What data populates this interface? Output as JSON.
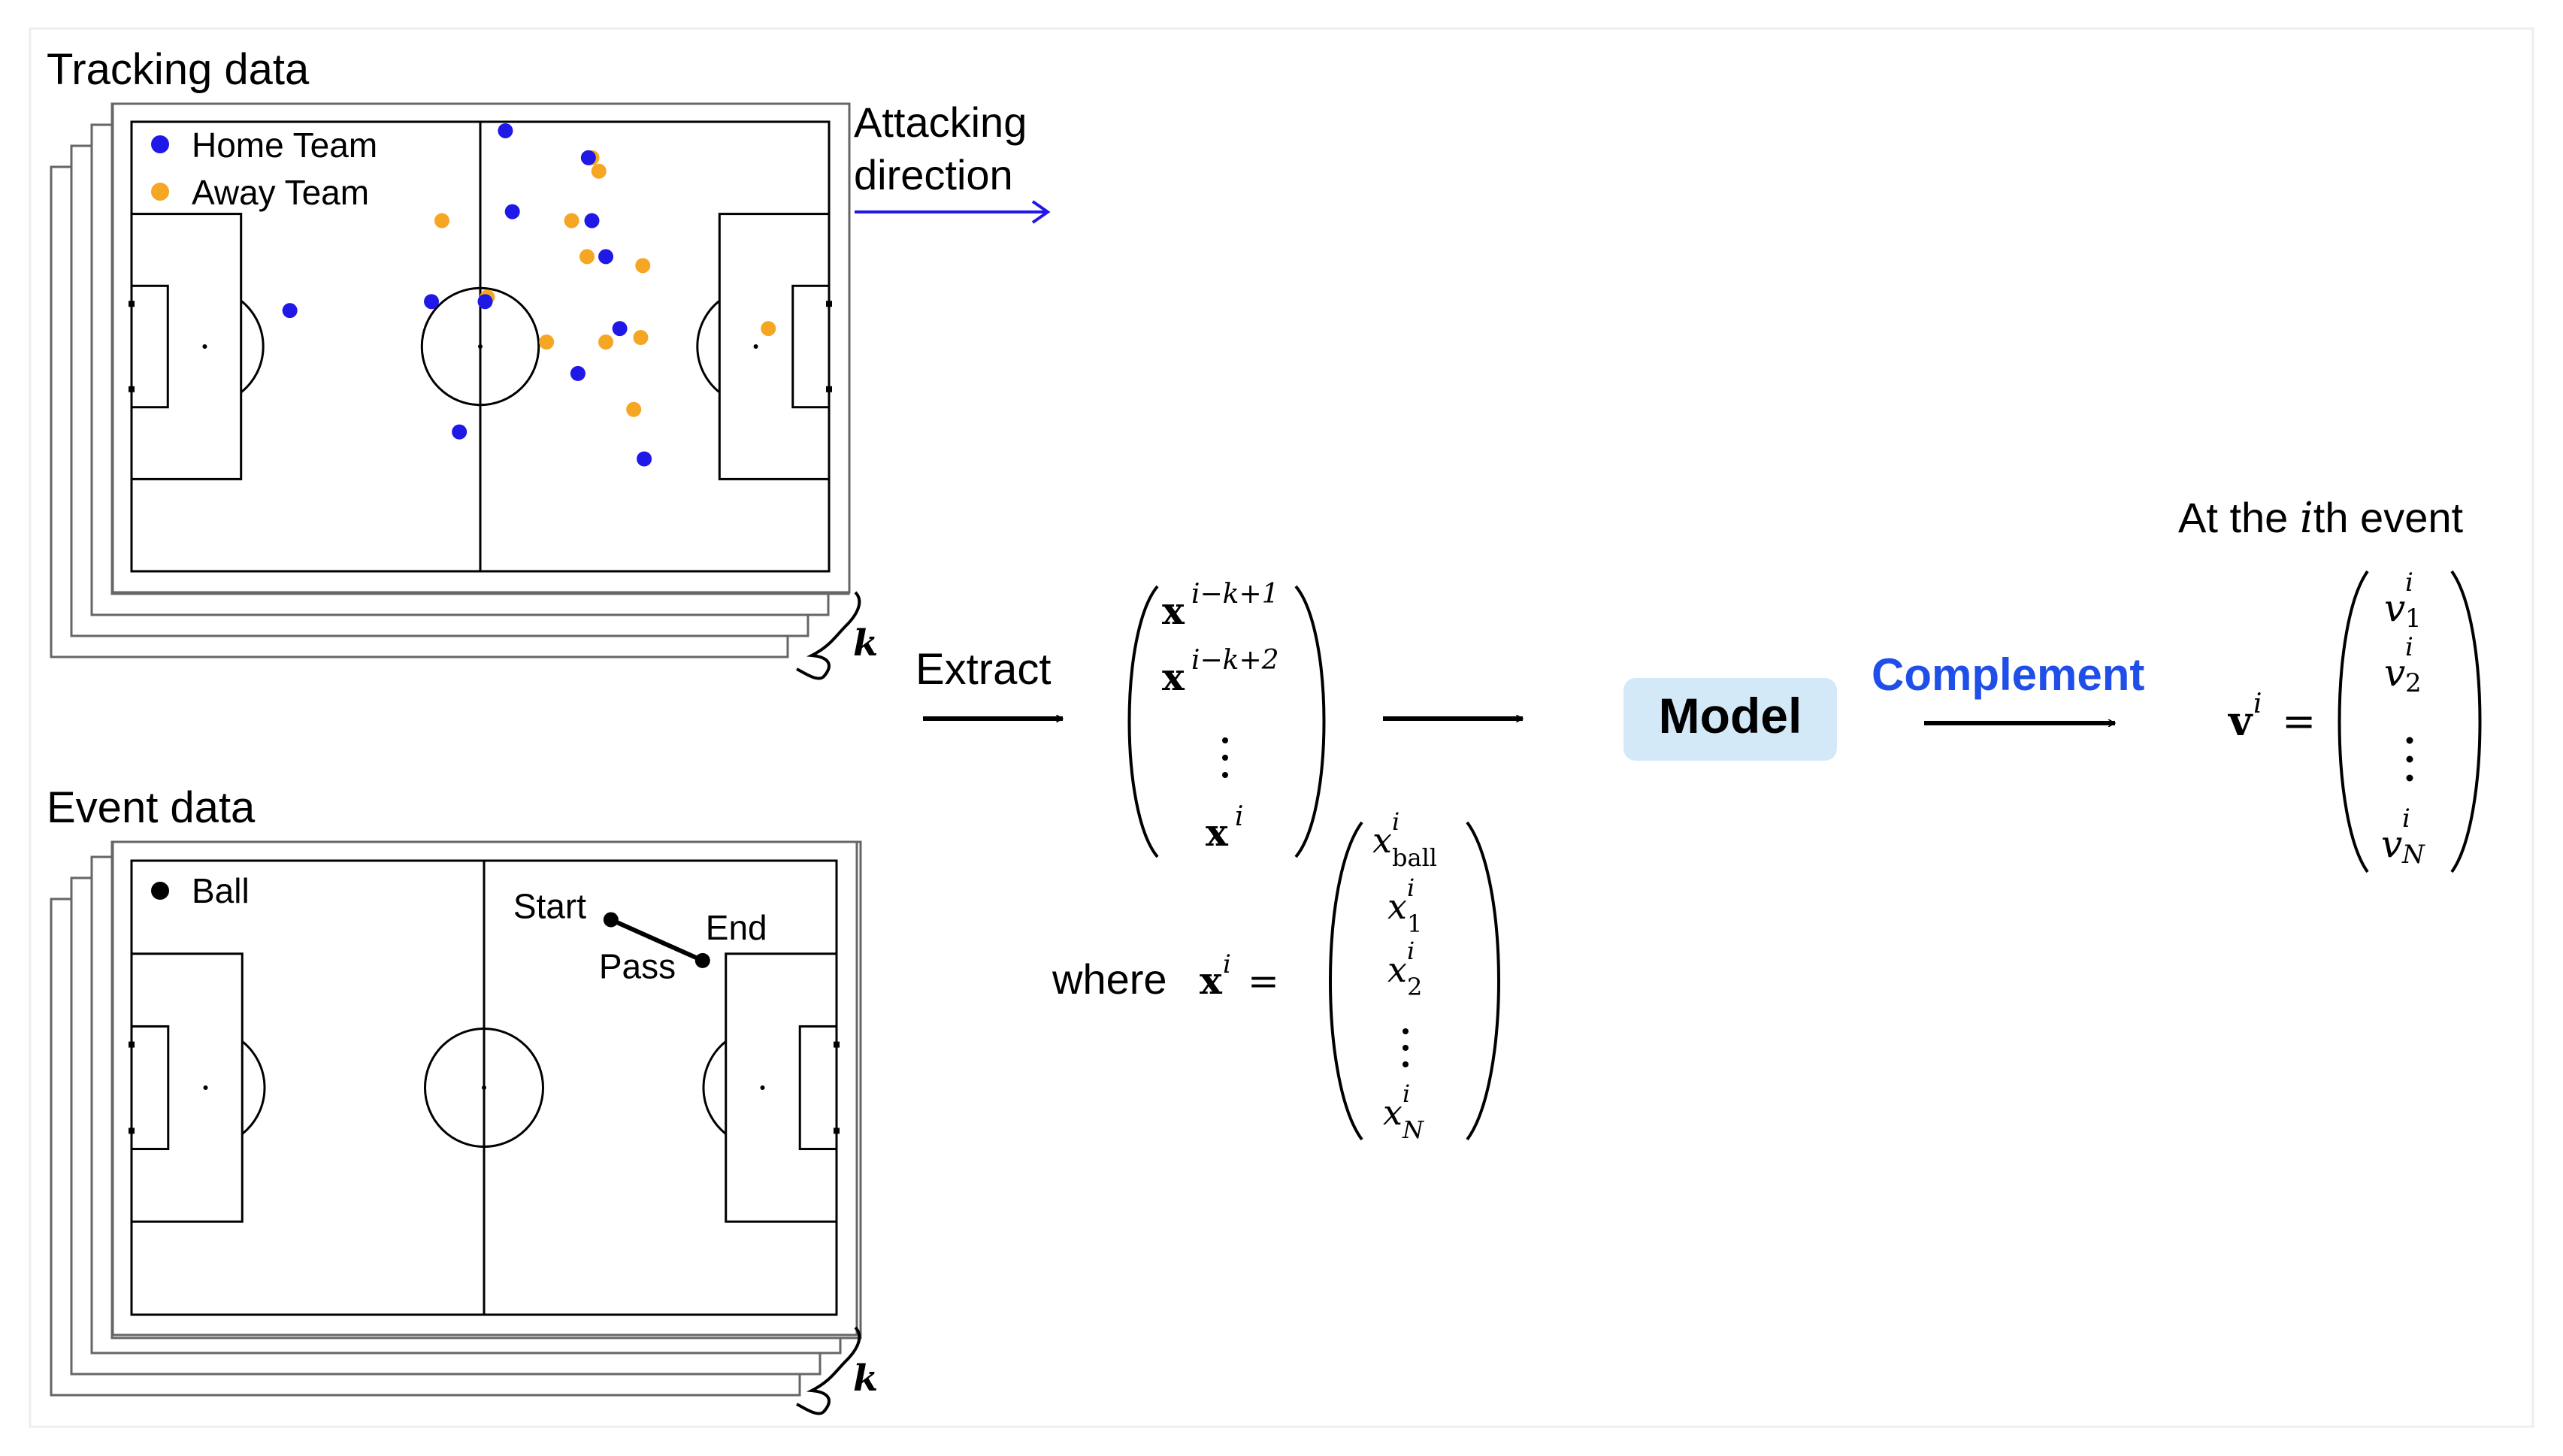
{
  "tracking": {
    "title": "Tracking data",
    "legend": [
      {
        "label": "Home Team",
        "color": "#1f18e6"
      },
      {
        "label": "Away Team",
        "color": "#f5a623"
      }
    ],
    "home_players": [
      [
        0.227,
        0.42
      ],
      [
        0.43,
        0.4
      ],
      [
        0.507,
        0.4
      ],
      [
        0.47,
        0.69
      ],
      [
        0.536,
        0.02
      ],
      [
        0.655,
        0.08
      ],
      [
        0.66,
        0.22
      ],
      [
        0.68,
        0.3
      ],
      [
        0.64,
        0.56
      ],
      [
        0.735,
        0.75
      ],
      [
        0.7,
        0.46
      ],
      [
        0.546,
        0.2
      ]
    ],
    "away_players": [
      [
        0.445,
        0.22
      ],
      [
        0.51,
        0.39
      ],
      [
        0.631,
        0.22
      ],
      [
        0.66,
        0.08
      ],
      [
        0.67,
        0.11
      ],
      [
        0.653,
        0.3
      ],
      [
        0.733,
        0.32
      ],
      [
        0.68,
        0.49
      ],
      [
        0.73,
        0.48
      ],
      [
        0.72,
        0.64
      ],
      [
        0.913,
        0.46
      ],
      [
        0.595,
        0.49
      ]
    ],
    "attacking_label_1": "Attacking",
    "attacking_label_2": "direction",
    "stack_label": "k",
    "arrow_color": "#1f18e6"
  },
  "event": {
    "title": "Event data",
    "legend_label": "Ball",
    "pass_start_label": "Start",
    "pass_end_label": "End",
    "pass_label": "Pass",
    "pass_start": [
      0.68,
      0.13
    ],
    "pass_end": [
      0.81,
      0.22
    ],
    "stack_label": "k"
  },
  "pipeline": {
    "extract_label": "Extract",
    "model_label": "Model",
    "model_bg": "#d4e9f7",
    "complement_label": "Complement",
    "complement_color": "#1f4ee8",
    "event_caption_pre": "At the ",
    "event_caption_var": "i",
    "event_caption_post": "th event"
  },
  "sequence_vector": {
    "rows": [
      {
        "base": "x",
        "sup": "i−k+1"
      },
      {
        "base": "x",
        "sup": "i−k+2"
      },
      {
        "base": "x",
        "sup": "i"
      }
    ]
  },
  "state_vector": {
    "where_label": "where",
    "lhs_base": "x",
    "lhs_sup": "i",
    "rows": [
      {
        "base": "x",
        "sup": "i",
        "sub": "ball"
      },
      {
        "base": "x",
        "sup": "i",
        "sub": "1"
      },
      {
        "base": "x",
        "sup": "i",
        "sub": "2"
      },
      {
        "base": "x",
        "sup": "i",
        "sub": "N"
      }
    ]
  },
  "output_vector": {
    "lhs_base": "v",
    "lhs_sup": "i",
    "rows": [
      {
        "base": "v",
        "sup": "i",
        "sub": "1"
      },
      {
        "base": "v",
        "sup": "i",
        "sub": "2"
      },
      {
        "base": "v",
        "sup": "i",
        "sub": "N"
      }
    ]
  }
}
